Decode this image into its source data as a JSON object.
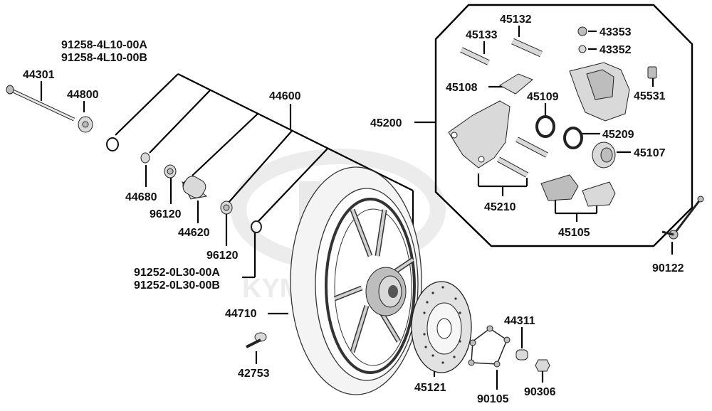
{
  "labels": {
    "l44301": "44301",
    "l44800": "44800",
    "l91258a": "91258-4L10-00A",
    "l91258b": "91258-4L10-00B",
    "l44600": "44600",
    "l44680": "44680",
    "l96120a": "96120",
    "l44620": "44620",
    "l96120b": "96120",
    "l91252a": "91252-0L30-00A",
    "l91252b": "91252-0L30-00B",
    "l44710": "44710",
    "l42753": "42753",
    "l45121": "45121",
    "l90105": "90105",
    "l44311": "44311",
    "l90306": "90306",
    "l45132": "45132",
    "l45133": "45133",
    "l43353": "43353",
    "l43352": "43352",
    "l45108": "45108",
    "l45109": "45109",
    "l45531": "45531",
    "l45200": "45200",
    "l45209": "45209",
    "l45107": "45107",
    "l45210": "45210",
    "l45105": "45105",
    "l90122": "90122"
  },
  "watermark": "KYMCO"
}
